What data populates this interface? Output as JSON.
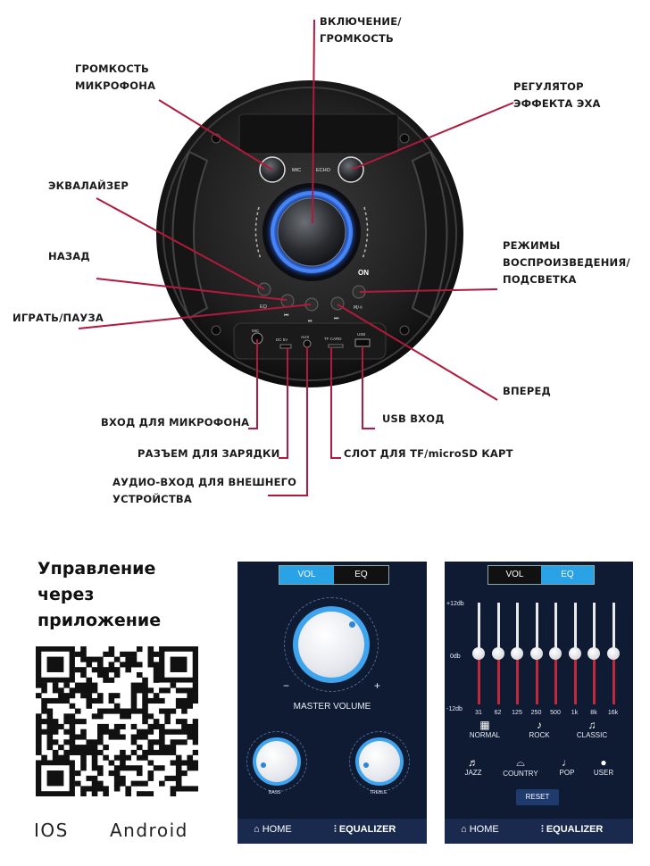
{
  "labels": {
    "power_volume": [
      "ВКЛЮЧЕНИЕ/",
      "ГРОМКОСТЬ"
    ],
    "mic_volume": [
      "ГРОМКОСТЬ",
      "МИКРОФОНА"
    ],
    "echo": [
      "РЕГУЛЯТОР",
      "ЭФФЕКТА ЭХА"
    ],
    "equalizer": "ЭКВАЛАЙЗЕР",
    "back": "НАЗАД",
    "play_pause": "ИГРАТЬ/ПАУЗА",
    "modes": [
      "РЕЖИМЫ",
      "ВОСПРОИЗВЕДЕНИЯ/",
      "ПОДСВЕТКА"
    ],
    "forward": "ВПЕРЕД",
    "usb_in": "USB ВХОД",
    "mic_in": "ВХОД ДЛЯ МИКРОФОНА",
    "charge": "РАЗЪЕМ ДЛЯ ЗАРЯДКИ",
    "tf_slot": "СЛОТ ДЛЯ TF/microSD КАРТ",
    "aux": [
      "АУДИО-ВХОД ДЛЯ ВНЕШНЕГО",
      "УСТРОЙСТВА"
    ]
  },
  "panel": {
    "mic": "MIC",
    "echo": "ECHO",
    "eq": "EQ",
    "on": "ON",
    "mode": "M/☼",
    "ports": [
      "MIC",
      "DC 5V",
      "AUX",
      "TF CARD",
      "USB"
    ]
  },
  "app": {
    "heading": [
      "Управление",
      "через",
      "приложение"
    ],
    "ios": "IOS",
    "android": "Android"
  },
  "phone1": {
    "tabs": [
      "VOL",
      "EQ"
    ],
    "active_tab": "VOL",
    "master": "MASTER VOLUME",
    "bass": "BASS",
    "treble": "TREBLE",
    "minus": "−",
    "plus": "+",
    "home": "HOME",
    "equalizer": "EQUALIZER"
  },
  "phone2": {
    "tabs": [
      "VOL",
      "EQ"
    ],
    "active_tab": "EQ",
    "db_top": "+12db",
    "db_mid": "0db",
    "db_bottom": "-12db",
    "bands": [
      "31",
      "62",
      "125",
      "250",
      "500",
      "1k",
      "8k",
      "16k"
    ],
    "band_levels_db": [
      0,
      0,
      0,
      0,
      0,
      0,
      0,
      0
    ],
    "presets": [
      "NORMAL",
      "ROCK",
      "CLASSIC",
      "JAZZ",
      "COUNTRY",
      "POP",
      "USER"
    ],
    "reset": "RESET",
    "home": "HOME",
    "equalizer": "EQUALIZER"
  },
  "colors": {
    "callout_line": "#b01a3c",
    "active_tab": "#2aa3e6",
    "knob_ring": "#3ea4ee",
    "phone_bg": "#0f1a33"
  }
}
